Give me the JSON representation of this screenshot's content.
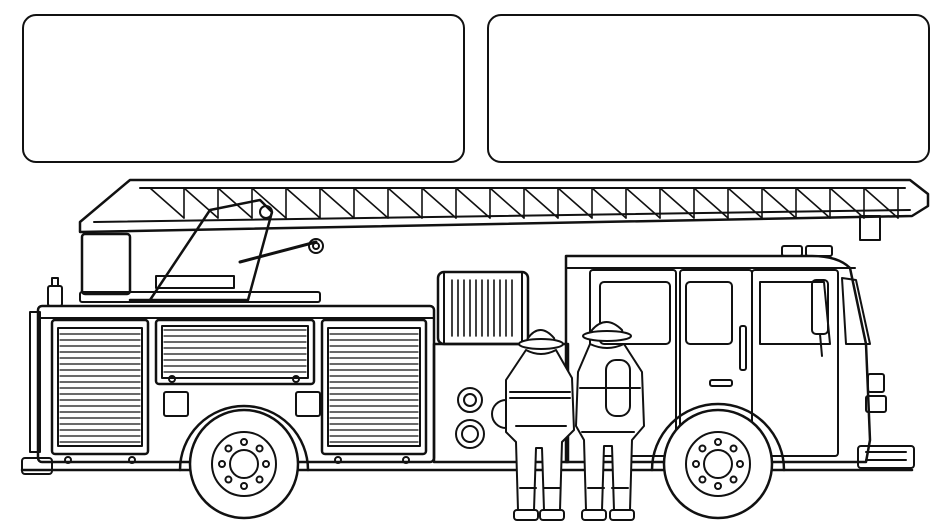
{
  "page": {
    "background": "#ffffff",
    "line_color": "#111111"
  },
  "panels": {
    "left_text": "",
    "right_text": ""
  },
  "illustration": {
    "subject": "fire-truck",
    "figures": [
      "firefighter-with-helmet",
      "firefighter-with-air-tank"
    ]
  }
}
